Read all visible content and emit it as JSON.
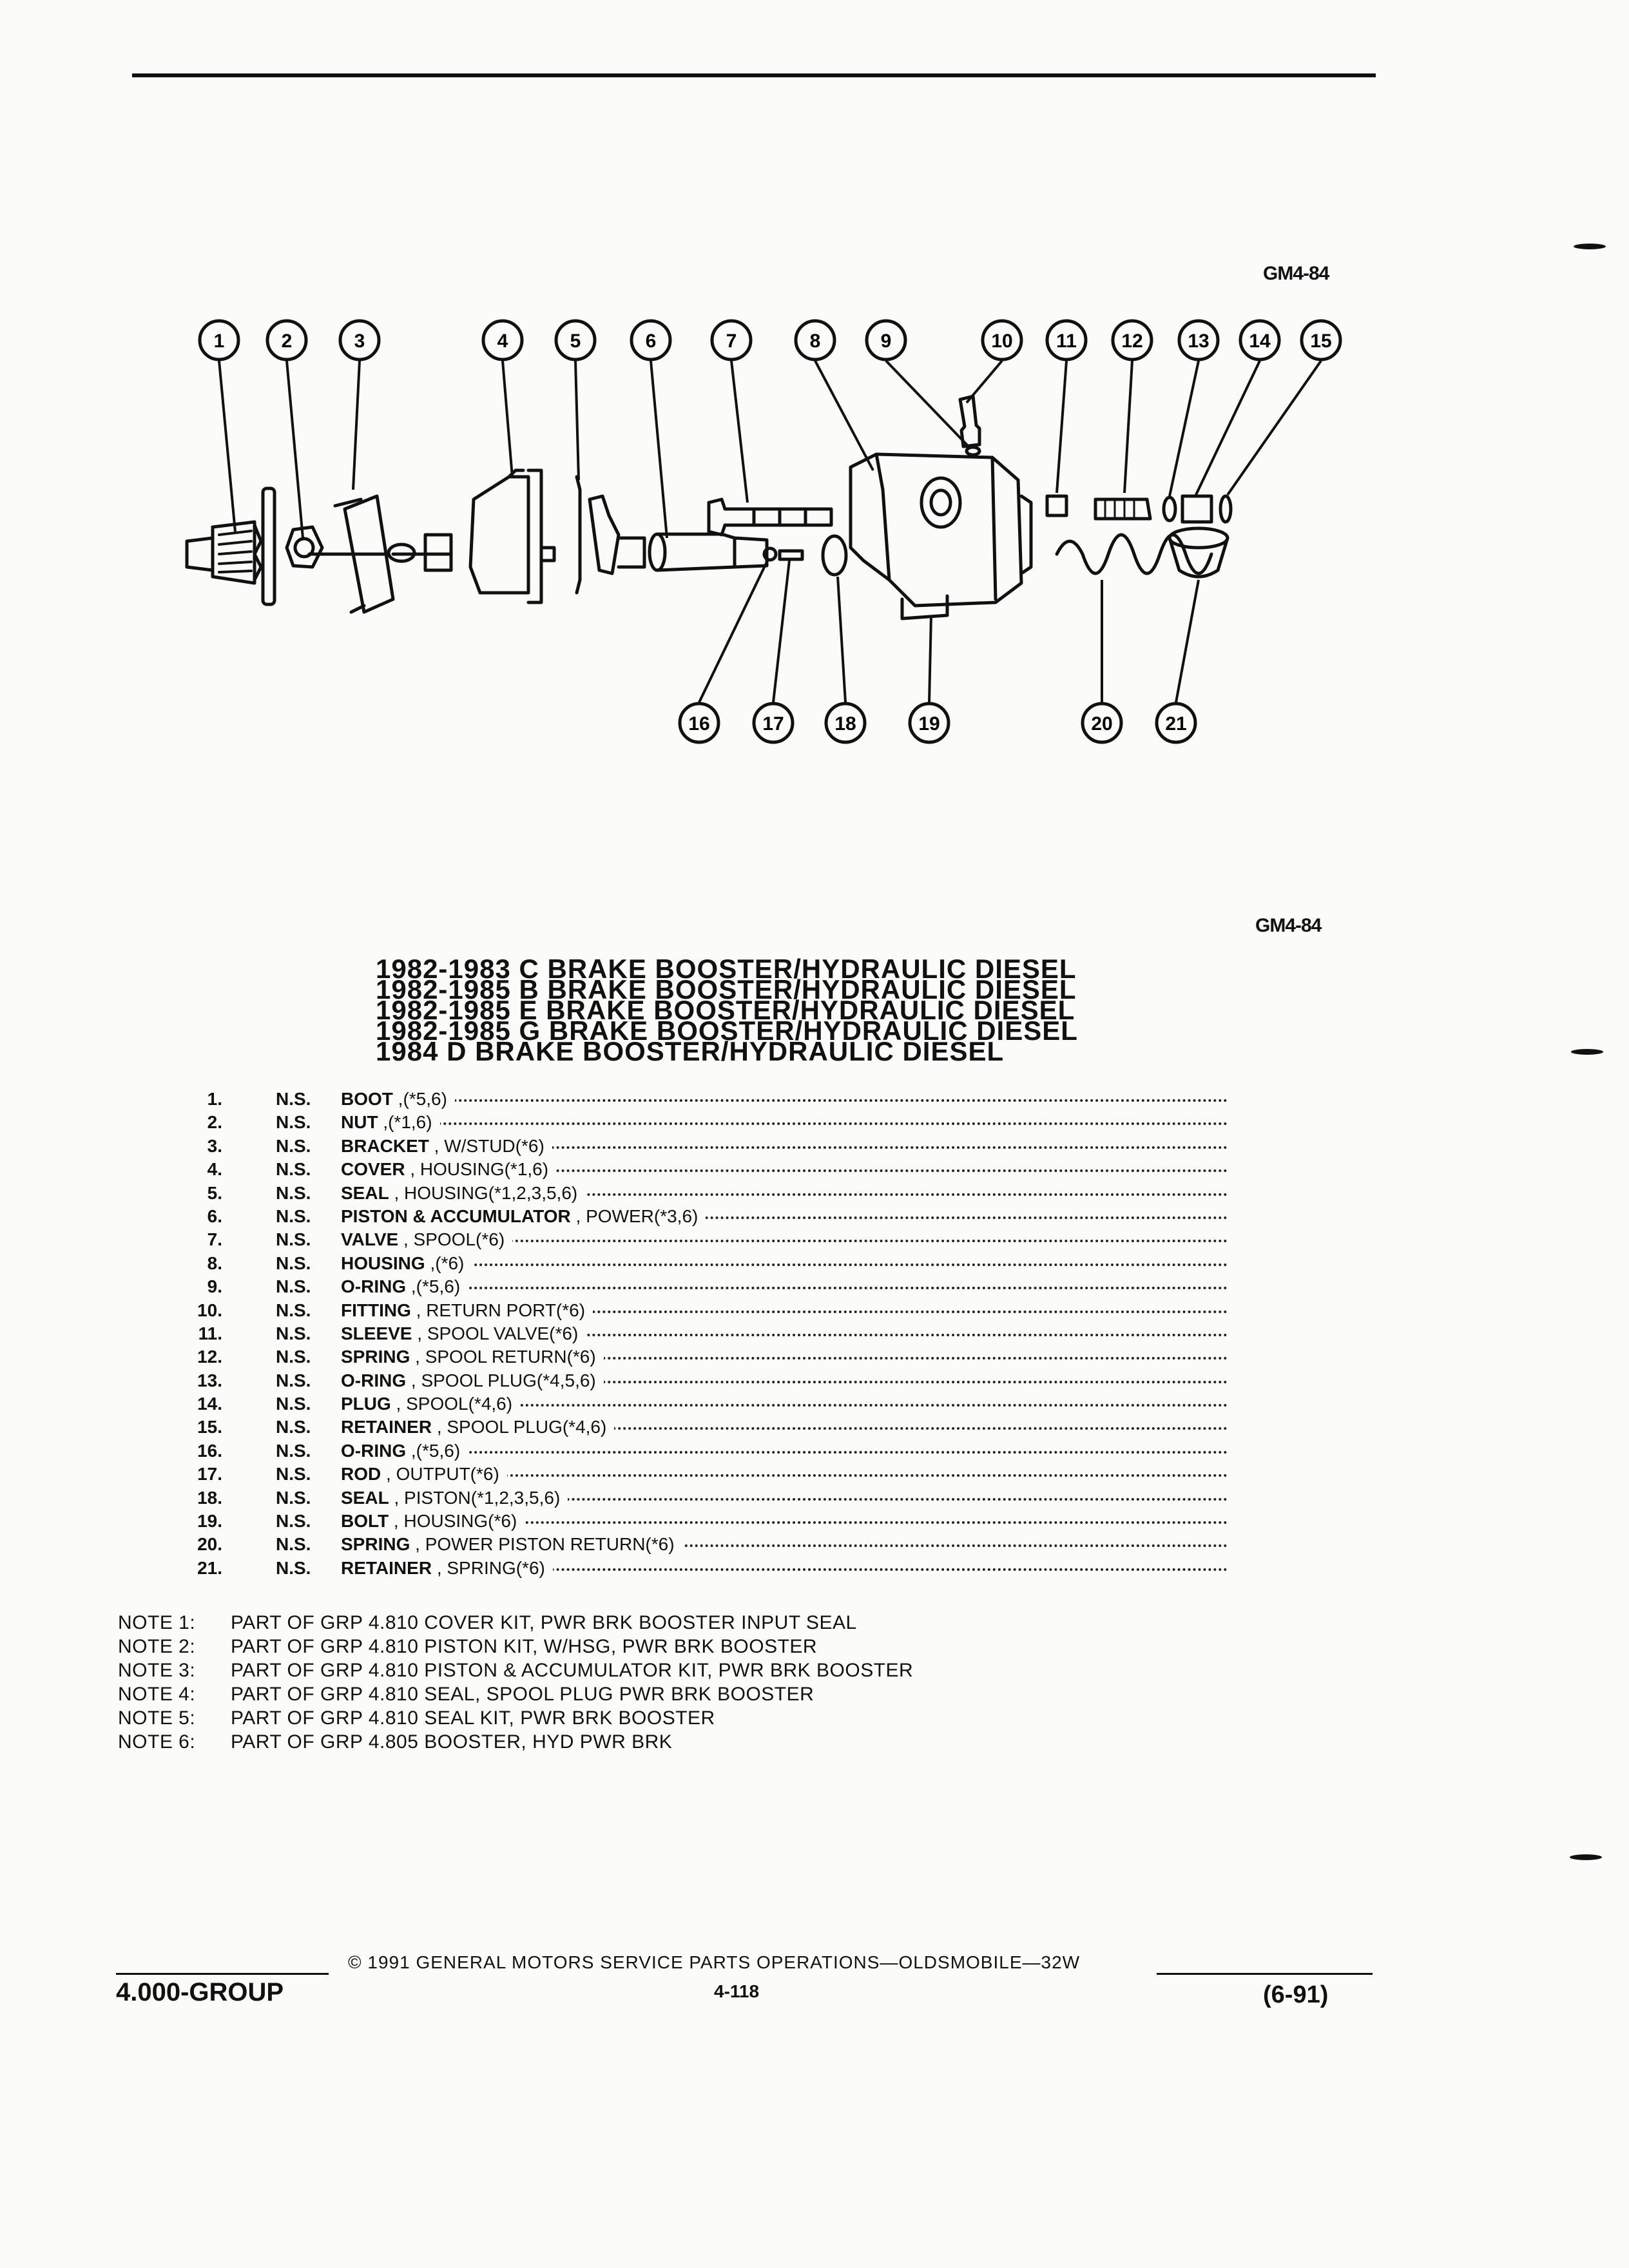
{
  "figure_code_top": "GM4-84",
  "figure_code_bottom": "GM4-84",
  "callouts": [
    "1",
    "2",
    "3",
    "4",
    "5",
    "6",
    "7",
    "8",
    "9",
    "10",
    "11",
    "12",
    "13",
    "14",
    "15",
    "16",
    "17",
    "18",
    "19",
    "20",
    "21"
  ],
  "titles": [
    "1982-1983 C BRAKE BOOSTER/HYDRAULIC DIESEL",
    "1982-1985 B BRAKE BOOSTER/HYDRAULIC DIESEL",
    "1982-1985 E BRAKE BOOSTER/HYDRAULIC DIESEL",
    "1982-1985 G BRAKE BOOSTER/HYDRAULIC DIESEL",
    "1984 D BRAKE BOOSTER/HYDRAULIC DIESEL"
  ],
  "parts": [
    {
      "num": "1.",
      "ns": "N.S.",
      "name": "BOOT",
      "desc": " ,(*5,6)"
    },
    {
      "num": "2.",
      "ns": "N.S.",
      "name": "NUT",
      "desc": " ,(*1,6)"
    },
    {
      "num": "3.",
      "ns": "N.S.",
      "name": "BRACKET",
      "desc": " , W/STUD(*6)"
    },
    {
      "num": "4.",
      "ns": "N.S.",
      "name": "COVER",
      "desc": " , HOUSING(*1,6)"
    },
    {
      "num": "5.",
      "ns": "N.S.",
      "name": "SEAL",
      "desc": " , HOUSING(*1,2,3,5,6)"
    },
    {
      "num": "6.",
      "ns": "N.S.",
      "name": "PISTON & ACCUMULATOR",
      "desc": " , POWER(*3,6)"
    },
    {
      "num": "7.",
      "ns": "N.S.",
      "name": "VALVE",
      "desc": " , SPOOL(*6)"
    },
    {
      "num": "8.",
      "ns": "N.S.",
      "name": "HOUSING",
      "desc": " ,(*6)"
    },
    {
      "num": "9.",
      "ns": "N.S.",
      "name": "O-RING",
      "desc": " ,(*5,6)"
    },
    {
      "num": "10.",
      "ns": "N.S.",
      "name": "FITTING",
      "desc": " , RETURN PORT(*6)"
    },
    {
      "num": "11.",
      "ns": "N.S.",
      "name": "SLEEVE",
      "desc": " , SPOOL VALVE(*6)"
    },
    {
      "num": "12.",
      "ns": "N.S.",
      "name": "SPRING",
      "desc": " , SPOOL RETURN(*6)"
    },
    {
      "num": "13.",
      "ns": "N.S.",
      "name": "O-RING",
      "desc": " , SPOOL PLUG(*4,5,6)"
    },
    {
      "num": "14.",
      "ns": "N.S.",
      "name": "PLUG",
      "desc": " , SPOOL(*4,6)"
    },
    {
      "num": "15.",
      "ns": "N.S.",
      "name": "RETAINER",
      "desc": " , SPOOL PLUG(*4,6)"
    },
    {
      "num": "16.",
      "ns": "N.S.",
      "name": "O-RING",
      "desc": " ,(*5,6)"
    },
    {
      "num": "17.",
      "ns": "N.S.",
      "name": "ROD",
      "desc": " , OUTPUT(*6)"
    },
    {
      "num": "18.",
      "ns": "N.S.",
      "name": "SEAL",
      "desc": " , PISTON(*1,2,3,5,6)"
    },
    {
      "num": "19.",
      "ns": "N.S.",
      "name": "BOLT",
      "desc": " , HOUSING(*6)"
    },
    {
      "num": "20.",
      "ns": "N.S.",
      "name": "SPRING",
      "desc": " , POWER PISTON RETURN(*6)"
    },
    {
      "num": "21.",
      "ns": "N.S.",
      "name": "RETAINER",
      "desc": " , SPRING(*6)"
    }
  ],
  "notes": [
    {
      "label": "NOTE  1:",
      "text": "PART OF GRP 4.810 COVER KIT, PWR BRK BOOSTER INPUT SEAL"
    },
    {
      "label": "NOTE  2:",
      "text": "PART OF GRP 4.810 PISTON KIT, W/HSG, PWR BRK BOOSTER"
    },
    {
      "label": "NOTE  3:",
      "text": "PART OF GRP 4.810 PISTON & ACCUMULATOR KIT, PWR BRK BOOSTER"
    },
    {
      "label": "NOTE  4:",
      "text": "PART OF GRP 4.810 SEAL, SPOOL PLUG PWR BRK BOOSTER"
    },
    {
      "label": "NOTE  5:",
      "text": "PART OF GRP 4.810 SEAL KIT, PWR BRK BOOSTER"
    },
    {
      "label": "NOTE  6:",
      "text": "PART OF GRP 4.805 BOOSTER, HYD PWR BRK"
    }
  ],
  "footer": {
    "copyright": "©  1991  GENERAL MOTORS SERVICE PARTS OPERATIONS—OLDSMOBILE—32W",
    "group": "4.000-GROUP",
    "page": "4-118",
    "date": "(6-91)"
  }
}
